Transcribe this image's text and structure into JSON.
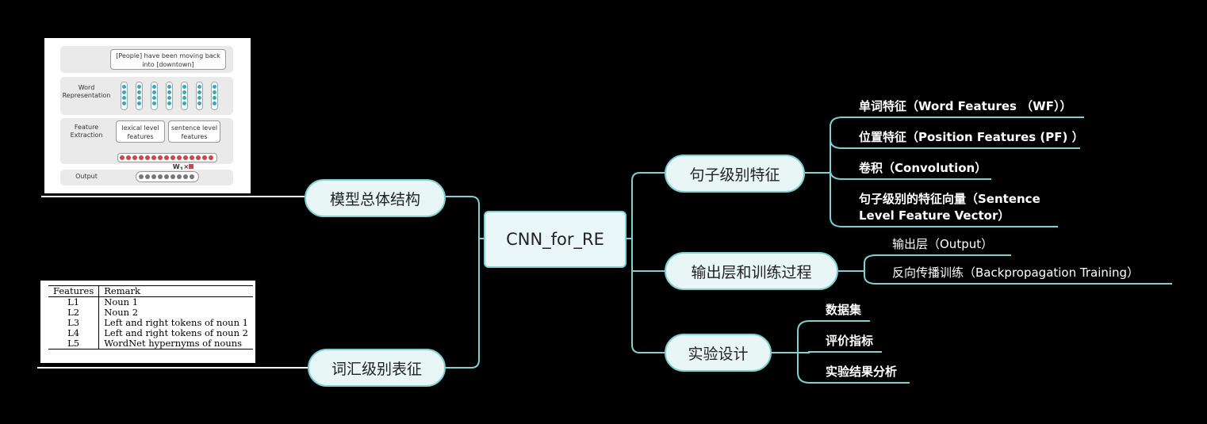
{
  "root": "CNN_for_RE",
  "left": {
    "model_structure": "模型总体结构",
    "lexical_features": "词汇级别表征"
  },
  "right": {
    "sentence_features": {
      "label": "句子级别特征",
      "children": [
        "单词特征（Word Features （WF））",
        "位置特征（Position Features (PF) ）",
        "卷积（Convolution）",
        "句子级别的特征向量（Sentence",
        "Level Feature Vector）"
      ]
    },
    "output_training": {
      "label": "输出层和训练过程",
      "children": [
        "输出层（Output）",
        "反向传播训练（Backpropagation Training）"
      ]
    },
    "experiment": {
      "label": "实验设计",
      "children": [
        "数据集",
        "评价指标",
        "实验结果分析"
      ]
    }
  },
  "figure1": {
    "sentence": "[People] have been moving back",
    "sentence2": "into [downtown]",
    "word_rep": "Word",
    "word_rep2": "Representation",
    "feat_ext": "Feature",
    "feat_ext2": "Extraction",
    "lexical": "lexical level",
    "lexical2": "features",
    "sentence_level": "sentence level",
    "sentence_level2": "features",
    "w": "W",
    "w_sub": "1",
    "output": "Output"
  },
  "figure2": {
    "headers": [
      "Features",
      "Remark"
    ],
    "rows": [
      [
        "L1",
        "Noun 1"
      ],
      [
        "L2",
        "Noun 2"
      ],
      [
        "L3",
        "Left and right tokens of noun 1"
      ],
      [
        "L4",
        "Left and right tokens of noun 2"
      ],
      [
        "L5",
        "WordNet hypernyms of nouns"
      ]
    ]
  },
  "colors": {
    "link": "#7fd0d0",
    "node_bg": "#e8f6f6",
    "background": "#000000"
  }
}
